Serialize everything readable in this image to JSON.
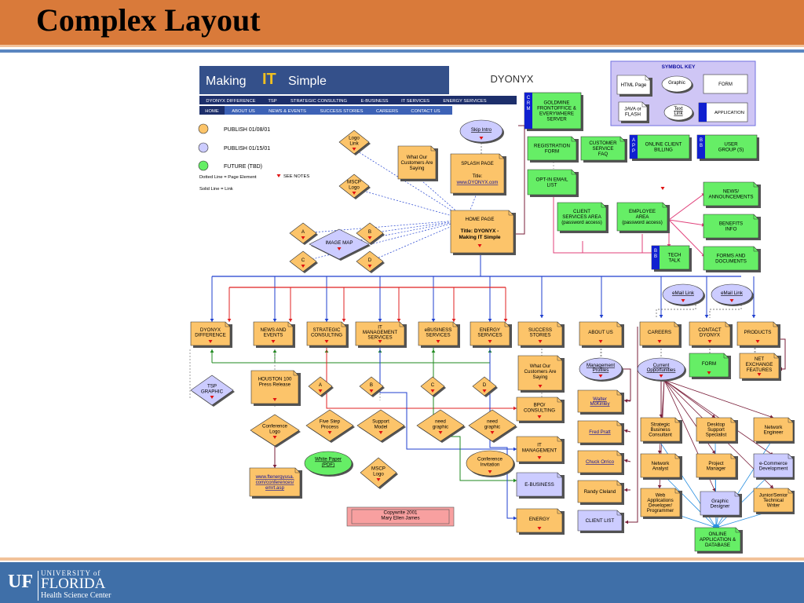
{
  "slide": {
    "title": "Complex Layout"
  },
  "footer": {
    "mark": "UF",
    "university": "UNIVERSITY of",
    "name": "FLORIDA",
    "sub": "Health Science Center"
  },
  "colors": {
    "orange_node": "#fcc46a",
    "green_node": "#66ee66",
    "blue_node": "#ccccff",
    "title_bar": "#d97a3a",
    "footer_bar": "#3f6fa8",
    "link_blue": "#1f3fcf",
    "link_red": "#e02020",
    "link_green": "#1f8a1f",
    "link_magenta": "#e0407a",
    "link_maroon": "#7a1f3a"
  },
  "site_header": {
    "logo_parts": [
      "Making",
      "IT",
      "Simple"
    ],
    "brand": "DYONYX",
    "nav1": [
      "DYONYX DIFFERENCE",
      "TSP",
      "STRATEGIC CONSULTING",
      "E-BUSINESS",
      "IT SERVICES",
      "ENERGY SERVICES"
    ],
    "nav2": [
      "HOME",
      "ABOUT US",
      "NEWS & EVENTS",
      "SUCCESS STORIES",
      "CAREERS",
      "CONTACT US"
    ]
  },
  "legend": {
    "publish1": "PUBLISH  01/08/01",
    "publish2": "PUBLISH  01/15/01",
    "future": "FUTURE (TBD)",
    "dotted": "Dotted Line = Page Element",
    "solid": "Solid Line = Link",
    "notes": "SEE NOTES"
  },
  "symbol_key": {
    "title": "SYMBOL KEY",
    "items": [
      "HTML Page",
      "Graphic",
      "FORM",
      "JAVA or FLASH",
      "Text Link",
      "APPLICATION"
    ]
  },
  "nodes": {
    "skip_intro": "Skip Intro",
    "logo_link": [
      "Logo",
      "Link"
    ],
    "mscp_logo": [
      "MSCP",
      "Logo"
    ],
    "what_customers": [
      "What Our",
      "Customers Are",
      "Saying"
    ],
    "splash": {
      "title": "SPLASH PAGE",
      "line": "Title:",
      "link": "www.DYONYX.com"
    },
    "home": {
      "title": "HOME PAGE",
      "line1": "Title: DYONYX -",
      "line2": "Making IT Simple"
    },
    "image_map": "IMAGE MAP",
    "letters": [
      "A",
      "B",
      "C",
      "D"
    ],
    "crm_tag": [
      "C",
      "R",
      "M"
    ],
    "goldmine": [
      "GOLDMINE",
      "FRONTOFFICE &",
      "EVERYWHERE",
      "SERVER"
    ],
    "registration": [
      "REGISTRATION",
      "FORM"
    ],
    "customer_faq": [
      "CUSTOMER",
      "SERVICE",
      "FAQ"
    ],
    "app_tag": [
      "A",
      "P",
      "P"
    ],
    "online_billing": [
      "ONLINE CLIENT",
      "BILLING"
    ],
    "bb_tag": [
      "B",
      "B"
    ],
    "user_group": [
      "USER",
      "GROUP (S)"
    ],
    "optin": [
      "OPT-IN EMAIL",
      "LIST"
    ],
    "client_area": [
      "CLIENT",
      "SERVICES AREA",
      "(password access)"
    ],
    "employee_area": [
      "EMPLOYEE",
      "AREA",
      "(password access)"
    ],
    "news_ann": [
      "NEWS/",
      "ANNOUNCEMENTS"
    ],
    "benefits": [
      "BENEFITS",
      "INFO"
    ],
    "tech_talk": [
      "TECH",
      "TALK"
    ],
    "forms_docs": [
      "FORMS AND",
      "DOCUMENTS"
    ],
    "email_link": "eMail Link",
    "sections": [
      [
        "DYONYX",
        "DIFFERENCE"
      ],
      [
        "NEWS AND",
        "EVENTS"
      ],
      [
        "STRATEGIC",
        "CONSULTING"
      ],
      [
        "IT",
        "MANAGEMENT",
        "SERVICES"
      ],
      [
        "eBUSINESS",
        "SERVICES"
      ],
      [
        "ENERGY",
        "SERVICES"
      ],
      [
        "SUCCESS",
        "STORIES"
      ],
      [
        "ABOUT US"
      ],
      [
        "CAREERS"
      ],
      [
        "CONTACT",
        "DYONYX"
      ],
      [
        "PRODUCTS"
      ]
    ],
    "tsp_graphic": [
      "TSP",
      "GRAPHIC"
    ],
    "houston": [
      "HOUSTON 100",
      "Press Release"
    ],
    "conf_logo": [
      "Conference",
      "Logo"
    ],
    "energy_link": [
      "www.ftenergyusa.",
      "com/conferences/",
      "emrt.asp"
    ],
    "five_step": [
      "Five Step",
      "Process"
    ],
    "white_paper": [
      "White Paper",
      "(PDF)"
    ],
    "support_model": [
      "Support",
      "Model"
    ],
    "need_graphic": [
      "need",
      "graphic"
    ],
    "conf_invite": [
      "Conference",
      "Invitation"
    ],
    "what_customers2": [
      "What Our",
      "Customers Are",
      "Saying"
    ],
    "bpo": [
      "BPO/",
      "CONSULTING"
    ],
    "it_mgmt": [
      "IT",
      "MANAGEMENT"
    ],
    "ebusiness": "E-BUSINESS",
    "energy": "ENERGY",
    "mgmt_profiles": [
      "Management",
      "Profiles"
    ],
    "people": [
      "Walter McKinley",
      "Fred Pratt",
      "Chuck Orrico",
      "Randy Cleland"
    ],
    "client_list": "CLIENT  LIST",
    "current_opps": [
      "Current",
      "Opportunities"
    ],
    "form": "FORM",
    "net_exchange": [
      "NET",
      "EXCHANGE",
      "FEATURES"
    ],
    "jobs": [
      [
        "Strategic",
        "Business",
        "Consultant"
      ],
      [
        "Desktop",
        "Support",
        "Specialist"
      ],
      [
        "Network",
        "Engineer"
      ],
      [
        "Network",
        "Analyst"
      ],
      [
        "Project",
        "Manager"
      ],
      [
        "e-Commerce",
        "Development"
      ],
      [
        "Web",
        "Applications",
        "Developer/",
        "Programmer"
      ],
      [
        "Graphic",
        "Designer"
      ],
      [
        "Junior/Senior",
        "Technical",
        "Writer"
      ]
    ],
    "online_app": [
      "ONLINE",
      "APPLICATION &",
      "DATABASE"
    ],
    "copyright": [
      "Copywrite 2001",
      "Mary Ellen James"
    ]
  }
}
